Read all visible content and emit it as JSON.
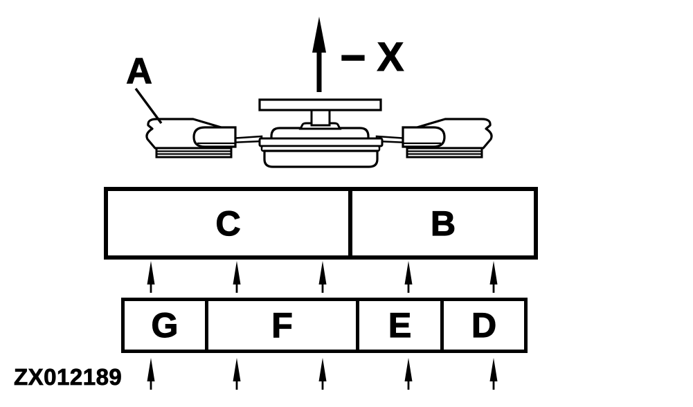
{
  "figure_code": "ZX012189",
  "labels": {
    "part_a": "A",
    "axis_dash": "−",
    "axis_x": "X"
  },
  "upper_box": {
    "cells": [
      "C",
      "B"
    ]
  },
  "lower_box": {
    "cells": [
      "G",
      "F",
      "E",
      "D"
    ]
  },
  "icons": {
    "up_arrow": "upward-direction-arrow",
    "flow_arrows": "upward-flow-arrows"
  },
  "colors": {
    "line": "#000000",
    "background": "#ffffff"
  }
}
